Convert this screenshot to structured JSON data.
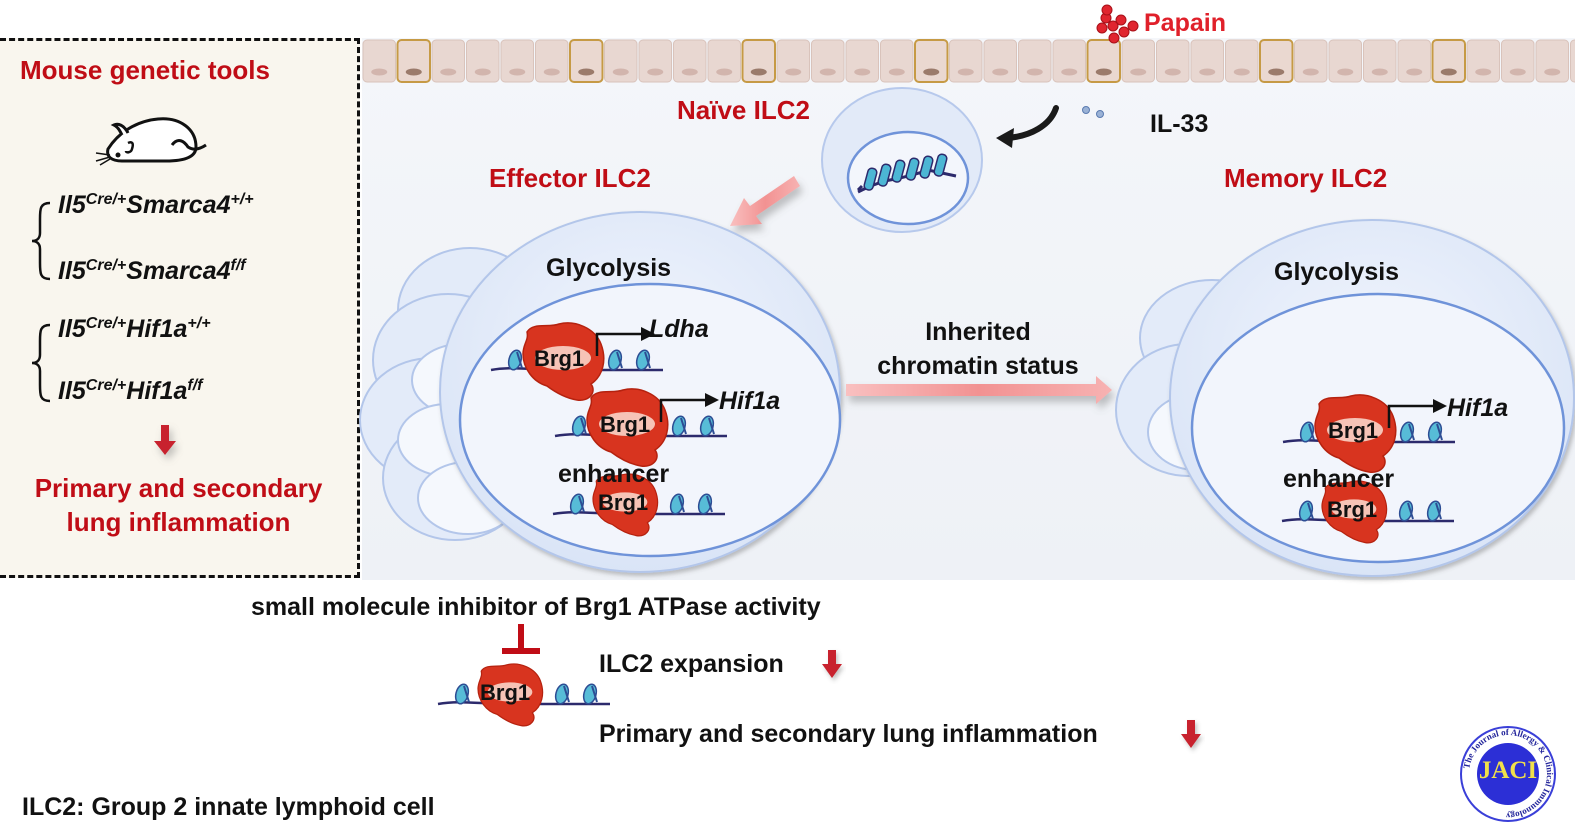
{
  "left_panel": {
    "title": "Mouse genetic tools",
    "icon": "mouse-icon",
    "group1": [
      {
        "base": "Il5",
        "sup1": "Cre/+",
        "gene": "Smarca4",
        "sup2": "+/+"
      },
      {
        "base": "Il5",
        "sup1": "Cre/+",
        "gene": "Smarca4",
        "sup2": "f/f"
      }
    ],
    "group2": [
      {
        "base": "Il5",
        "sup1": "Cre/+",
        "gene": "Hif1a",
        "sup2": "+/+"
      },
      {
        "base": "Il5",
        "sup1": "Cre/+",
        "gene": "Hif1a",
        "sup2": "f/f"
      }
    ],
    "arrow": "down-arrow-icon",
    "outcome_line1": "Primary and secondary",
    "outcome_line2": "lung inflammation"
  },
  "scene": {
    "papain_label": "Papain",
    "il33_label": "IL-33",
    "naive_label": "Naïve ILC2",
    "effector_label": "Effector ILC2",
    "memory_label": "Memory ILC2",
    "effector_cell": {
      "organelle_label": "Glycolysis",
      "genes": [
        "Ldha",
        "Hif1a"
      ],
      "protein_label": "Brg1",
      "enhancer_label": "enhancer"
    },
    "transition_label_line1": "Inherited",
    "transition_label_line2": "chromatin status",
    "memory_cell": {
      "organelle_label": "Glycolysis",
      "genes": [
        "Hif1a"
      ],
      "protein_label": "Brg1",
      "enhancer_label": "enhancer"
    }
  },
  "bottom": {
    "inhibitor_label": "small molecule inhibitor of Brg1 ATPase activity",
    "protein_label": "Brg1",
    "effect1": "ILC2 expansion",
    "effect2": "Primary and secondary lung inflammation",
    "footnote": "ILC2: Group 2 innate lymphoid cell"
  },
  "logo": {
    "text": "JACI",
    "ring_text": "The Journal of Allergy & Clinical Immunology"
  },
  "colors": {
    "accent_red": "#c00d16",
    "membrane_blue": "#a9c0ea",
    "protein_red": "#d8341f",
    "dna_blue": "#3aa6c9",
    "logo_blue": "#2c2fd6",
    "logo_text": "#f1e04a"
  }
}
